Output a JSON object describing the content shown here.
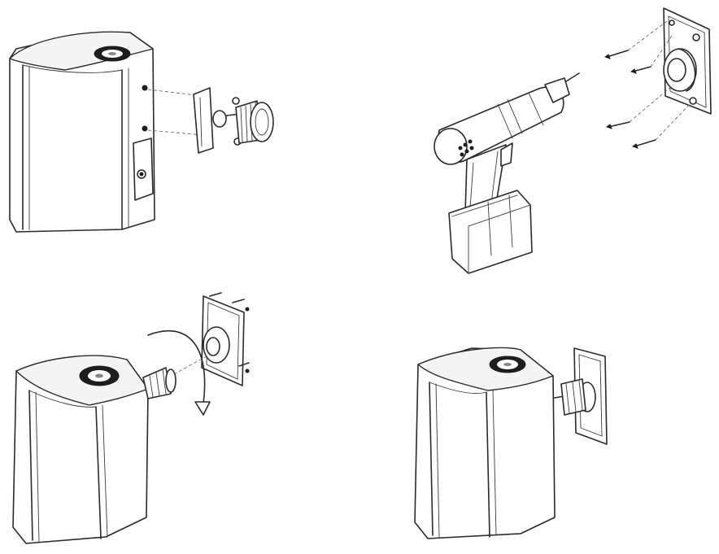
{
  "figure": {
    "panels": [
      {
        "id": "step-1",
        "depicts": "bracket-ball-joint-attached-to-speaker-back"
      },
      {
        "id": "step-2",
        "depicts": "wall-plate-screwed-to-wall-with-drill"
      },
      {
        "id": "step-3",
        "depicts": "speaker-rotated-onto-wall-plate"
      },
      {
        "id": "step-4",
        "depicts": "speaker-mounted-on-wall"
      }
    ],
    "colors": {
      "line": "#2a2a2a",
      "background": "#ffffff"
    }
  }
}
